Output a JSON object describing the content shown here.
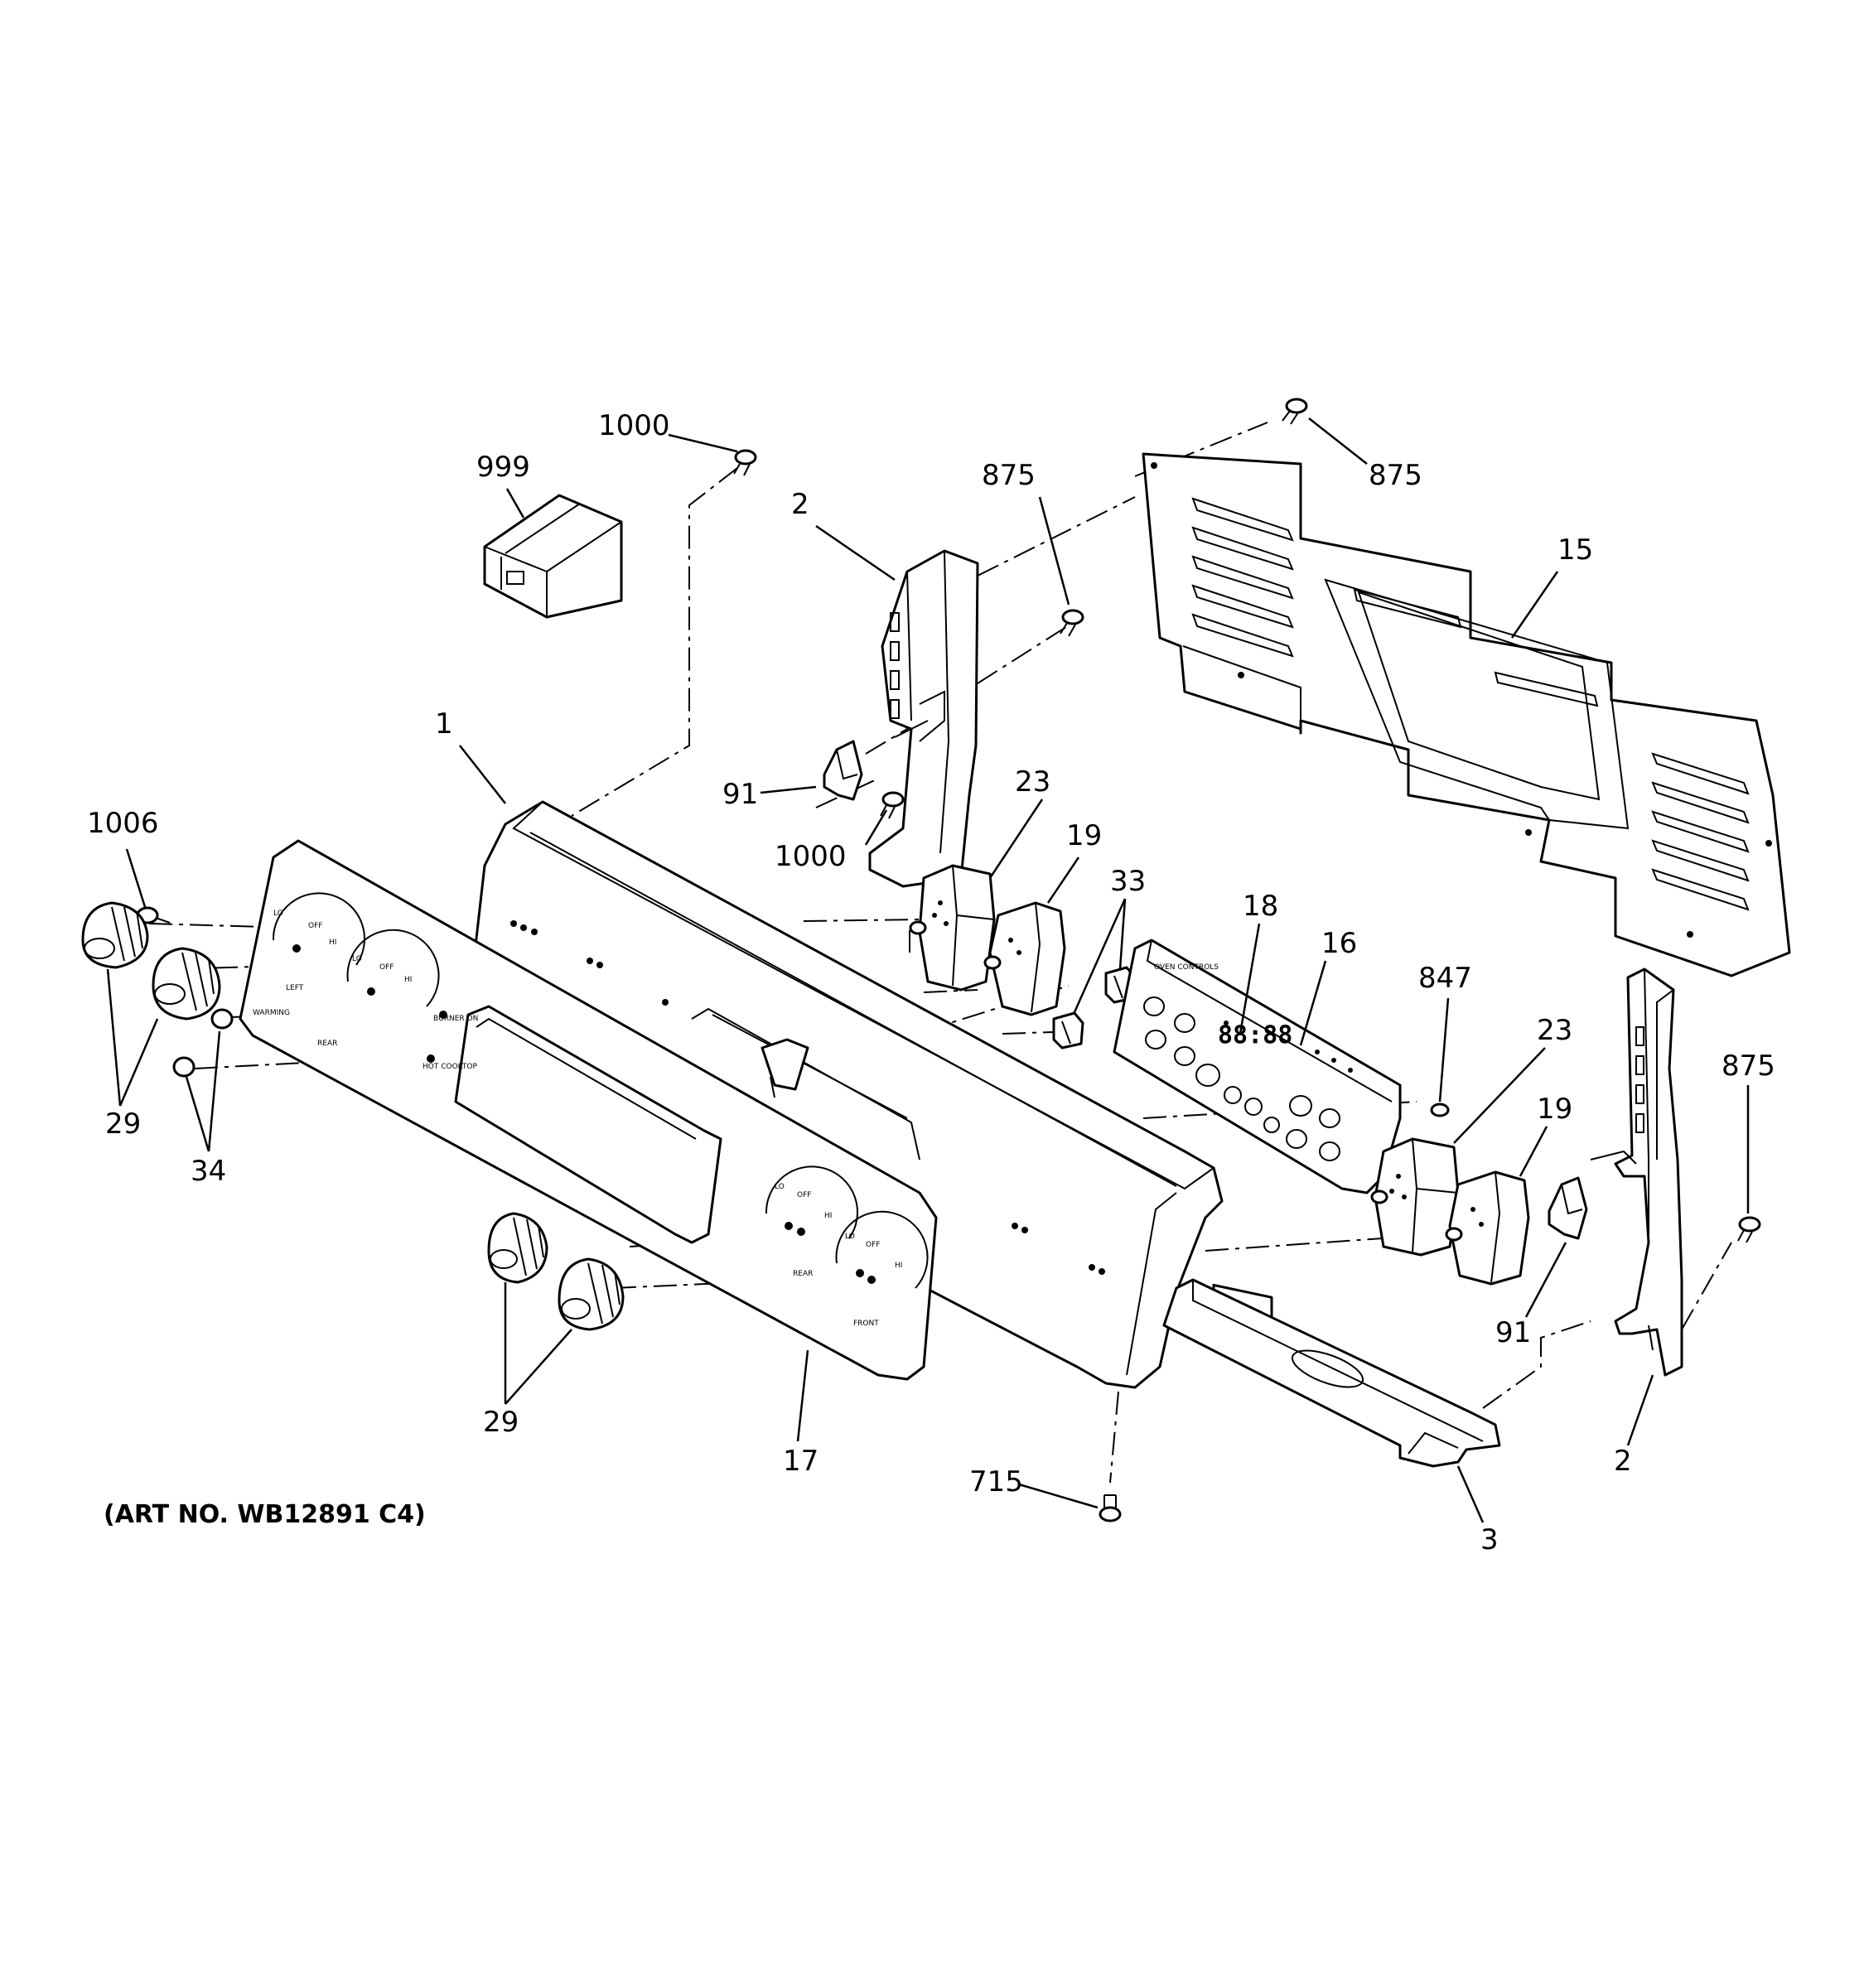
{
  "diagram": {
    "art_number": "(ART NO. WB12891 C4)",
    "callouts": {
      "c1000_top": "1000",
      "c999": "999",
      "c875_center": "875",
      "c875_right_top": "875",
      "c2_left": "2",
      "c15": "15",
      "c1": "1",
      "c91_left": "91",
      "c1000_mid": "1000",
      "c1006": "1006",
      "c23_left": "23",
      "c19_left": "19",
      "c33": "33",
      "c18": "18",
      "c16": "16",
      "c847": "847",
      "c23_right": "23",
      "c19_right": "19",
      "c875_right": "875",
      "c29_left": "29",
      "c34": "34",
      "c91_right": "91",
      "c29_bottom": "29",
      "c17": "17",
      "c715": "715",
      "c3": "3",
      "c2_right": "2"
    },
    "display_digits": "88:88"
  }
}
